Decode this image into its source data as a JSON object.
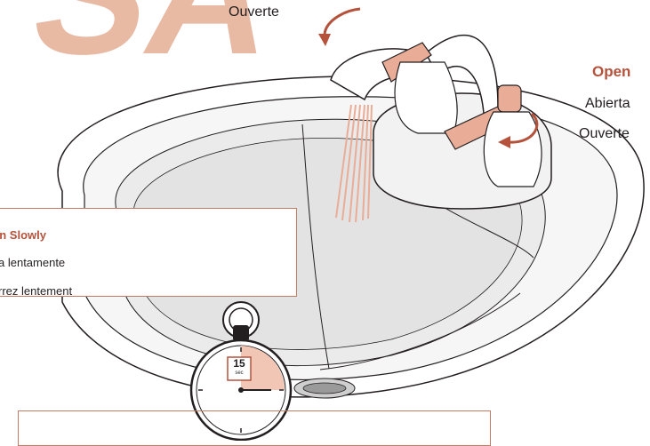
{
  "watermark": "SA",
  "faucet_labels": {
    "top": "Ouverte",
    "right_open": "Open",
    "right_es": "Abierta",
    "right_fr": "Ouverte"
  },
  "box": {
    "title": "en Slowly",
    "line1": "a lentamente",
    "line2": "rrez lentement"
  },
  "timer": {
    "value": "15",
    "unit": "sec"
  },
  "colors": {
    "accent": "#b5523b",
    "watermark": "#e8b9a3",
    "copper": "#e9ad97",
    "outline": "#231f20"
  }
}
